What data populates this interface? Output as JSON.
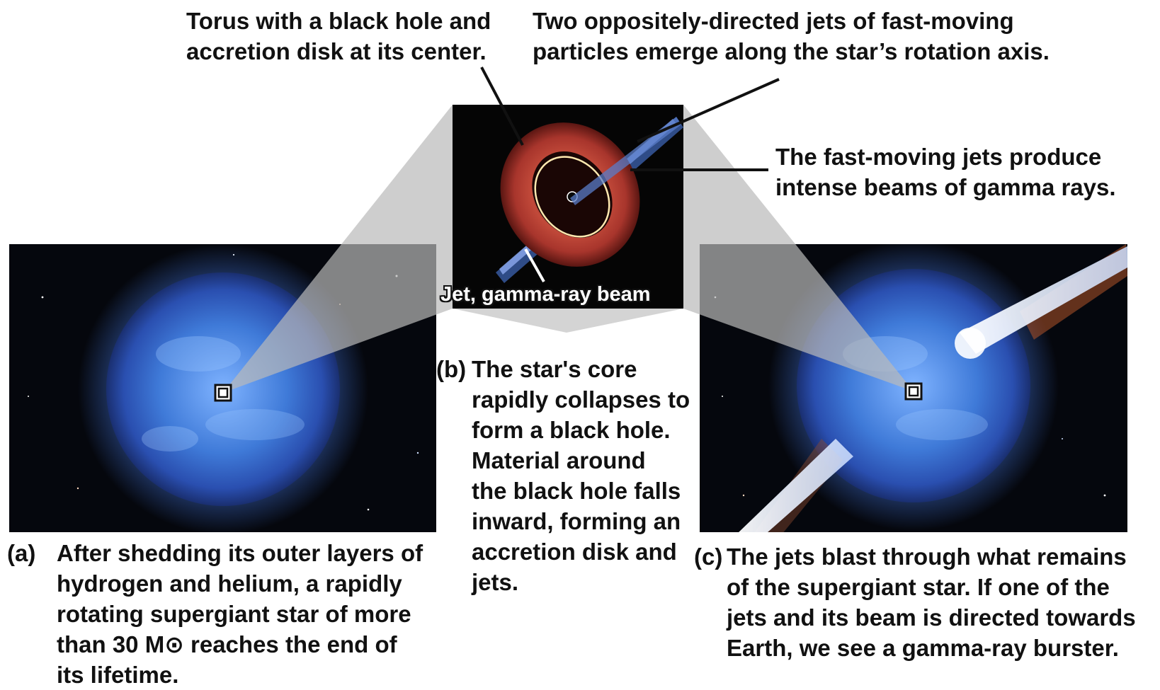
{
  "labels": {
    "torus": [
      "Torus with a black hole and",
      "accretion disk at its center."
    ],
    "jets": [
      "Two oppositely-directed jets of fast-moving",
      "particles emerge along the star’s rotation axis."
    ],
    "gamma": [
      "The fast-moving jets produce",
      "intense beams of gamma rays."
    ],
    "beam": "Jet, gamma-ray beam"
  },
  "captions": {
    "a": {
      "tag": "(a)",
      "lines": [
        "After shedding its outer layers of",
        "hydrogen and helium, a rapidly",
        "rotating supergiant star of more",
        "than 30 M⊙ reaches the end of",
        "its lifetime."
      ]
    },
    "b": {
      "tag": "(b)",
      "lines": [
        "The star's core",
        "rapidly collapses to",
        "form a black hole.",
        "Material around",
        "the black hole falls",
        "inward, forming an",
        "accretion disk and",
        "jets."
      ]
    },
    "c": {
      "tag": "(c)",
      "lines": [
        "The jets blast through what remains",
        "of the supergiant star. If one of the",
        "jets and its beam is directed towards",
        "Earth, we see a gamma-ray burster."
      ]
    }
  },
  "colors": {
    "space": "#05070d",
    "star_blue": "#3f7ad8",
    "torus_red": "#b03a30",
    "jet_white": "#eef4ff",
    "callout_gray": "#b9b9b9"
  }
}
